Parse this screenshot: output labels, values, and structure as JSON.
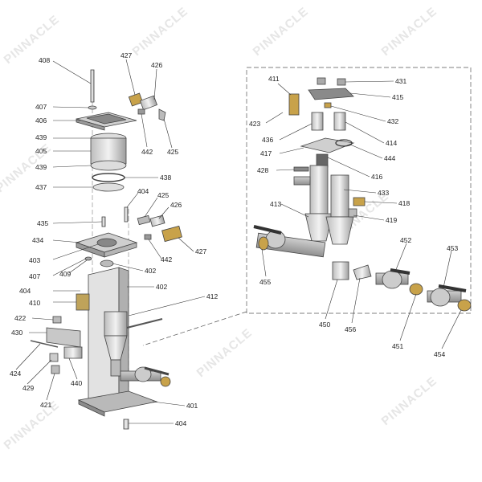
{
  "watermark": "PINNACLE",
  "callouts_left": [
    "408",
    "407",
    "406",
    "439",
    "405",
    "439",
    "437",
    "427",
    "426",
    "442",
    "425",
    "438",
    "404",
    "425",
    "426",
    "435",
    "434",
    "403",
    "407",
    "409",
    "442",
    "427",
    "402",
    "404",
    "402",
    "410",
    "422",
    "430",
    "424",
    "429",
    "421",
    "440",
    "412",
    "401",
    "404"
  ],
  "callouts_right": [
    "411",
    "423",
    "436",
    "417",
    "428",
    "413",
    "455",
    "450",
    "456",
    "431",
    "415",
    "432",
    "414",
    "444",
    "416",
    "433",
    "418",
    "419",
    "452",
    "451",
    "453",
    "454"
  ],
  "colors": {
    "part_fill": "#d9d9d9",
    "part_dark": "#8a8a8a",
    "handle": "#444444",
    "gold": "#d5a84a"
  }
}
